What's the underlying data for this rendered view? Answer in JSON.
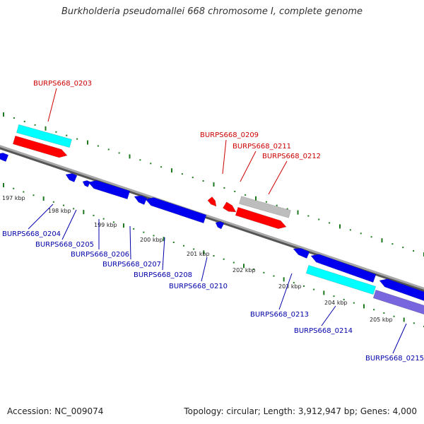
{
  "title": "Burkholderia pseudomallei 668 chromosome I, complete genome",
  "footer": {
    "accession": "Accession: NC_009074",
    "summary": "Topology: circular; Length: 3,912,947 bp; Genes: 4,000"
  },
  "colors": {
    "backbone": "#808080",
    "tick": "#1e7a1e",
    "label_top": "#cc0000",
    "label_bottom": "#0000aa",
    "red": "#ff0000",
    "blue": "#0000ee",
    "cyan": "#00ffff",
    "gray": "#bdbdbd",
    "purple": "#7766dd"
  },
  "kbp_labels": [
    "197 kbp",
    "198 kbp",
    "199 kbp",
    "200 kbp",
    "201 kbp",
    "202 kbp",
    "203 kbp",
    "204 kbp",
    "205 kbp"
  ],
  "genes_top": [
    {
      "label": "BURPS668_0203"
    },
    {
      "label": "BURPS668_0209"
    },
    {
      "label": "BURPS668_0211"
    },
    {
      "label": "BURPS668_0212"
    }
  ],
  "genes_bottom": [
    {
      "label": "BURPS668_0204"
    },
    {
      "label": "BURPS668_0205"
    },
    {
      "label": "BURPS668_0206"
    },
    {
      "label": "BURPS668_0207"
    },
    {
      "label": "BURPS668_0208"
    },
    {
      "label": "BURPS668_0210"
    },
    {
      "label": "BURPS668_0213"
    },
    {
      "label": "BURPS668_0214"
    },
    {
      "label": "BURPS668_0215"
    }
  ]
}
